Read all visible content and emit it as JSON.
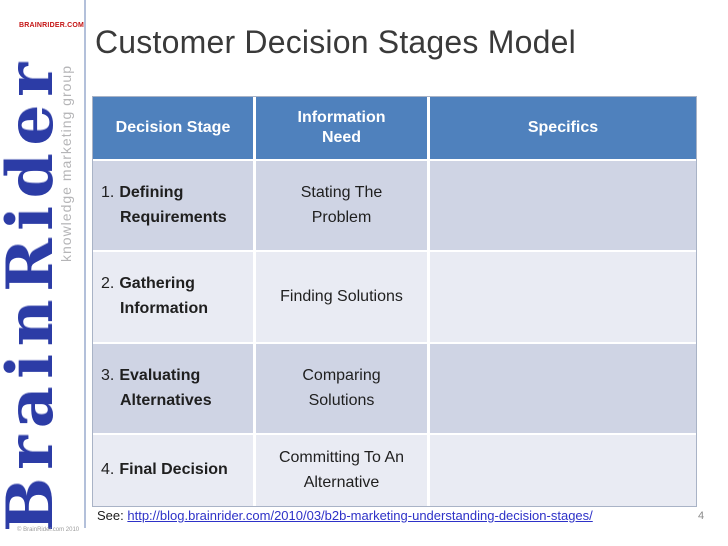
{
  "sidebar": {
    "site_label": "BRAINRIDER.COM",
    "logo_text": "BrainRider",
    "tagline": "knowledge marketing group",
    "copyright": "© BrainRider.com 2010",
    "logo_color": "#2c3ca6",
    "site_label_color": "#c41414"
  },
  "slide": {
    "title": "Customer Decision Stages Model",
    "page_number": "4",
    "footer": {
      "see_label": "See:",
      "link_text": "http://blog.brainrider.com/2010/03/b2b-marketing-understanding-decision-stages/"
    },
    "table": {
      "headers": [
        "Decision Stage",
        "Information\nNeed",
        "Specifics"
      ],
      "rows": [
        {
          "num": "1.",
          "stage": "Defining\nRequirements",
          "need": "Stating The\nProblem",
          "specifics": ""
        },
        {
          "num": "2.",
          "stage": "Gathering\nInformation",
          "need": "Finding Solutions",
          "specifics": ""
        },
        {
          "num": "3.",
          "stage": "Evaluating\nAlternatives",
          "need": "Comparing\nSolutions",
          "specifics": ""
        },
        {
          "num": "4.",
          "stage": "Final Decision",
          "need": "Committing To An\nAlternative",
          "specifics": ""
        }
      ],
      "colors": {
        "header_bg": "#4f81bd",
        "header_text": "#ffffff",
        "row_dark": "#cfd4e4",
        "row_light": "#e9ebf3",
        "border": "#a9b3c6"
      }
    }
  }
}
